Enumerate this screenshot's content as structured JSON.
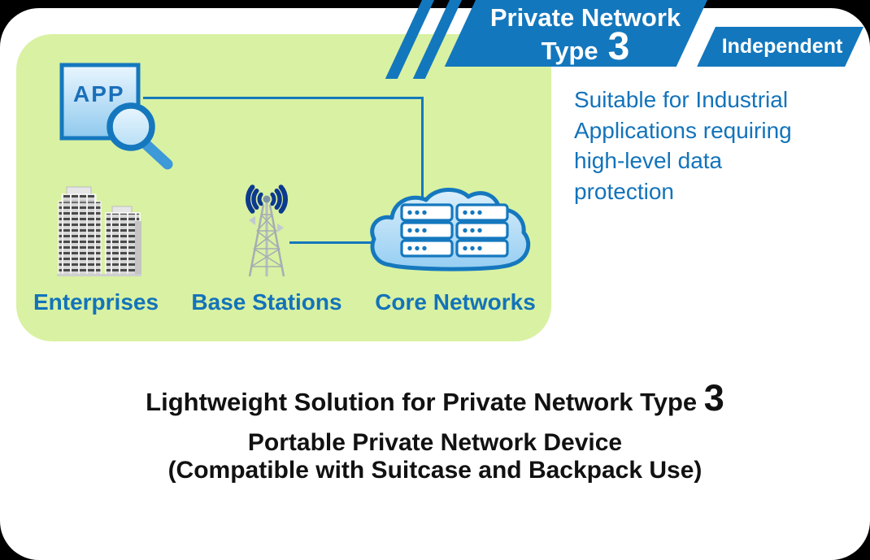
{
  "banner": {
    "title_line1": "Private Network",
    "title_line2_prefix": "Type",
    "title_line2_number": "3",
    "tag": "Independent"
  },
  "diagram": {
    "app_icon_label": "APP",
    "node_labels": {
      "enterprises": "Enterprises",
      "base_stations": "Base Stations",
      "core_networks": "Core Networks"
    },
    "icons": [
      "app-magnifier-icon",
      "buildings-icon",
      "antenna-tower-icon",
      "cloud-servers-icon"
    ]
  },
  "note": "Suitable for Industrial\nApplications requiring\nhigh-level data\nprotection",
  "caption": {
    "heading_prefix": "Lightweight Solution for Private Network Type ",
    "heading_number": "3",
    "line2": "Portable Private Network Device",
    "line3": "(Compatible with Suitcase and Backpack Use)"
  },
  "colors": {
    "ribbon_blue": "#1377bd",
    "text_blue": "#1373ba",
    "panel_green": "#d9f1a2",
    "connector_blue": "#1578be",
    "wave_navy": "#0c3a8e",
    "caption_black": "#111111"
  }
}
